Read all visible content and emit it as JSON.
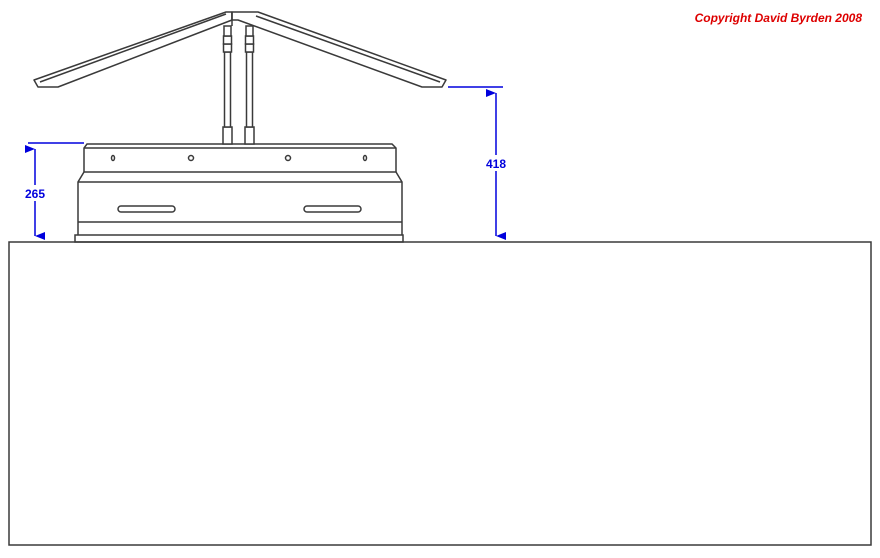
{
  "copyright": "Copyright David Byrden 2008",
  "dimensions": {
    "left_height": "265",
    "right_height": "418"
  },
  "colors": {
    "line": "#3a3a3a",
    "dimension": "#0000dd",
    "copyright": "#dd0000",
    "background": "#ffffff"
  }
}
